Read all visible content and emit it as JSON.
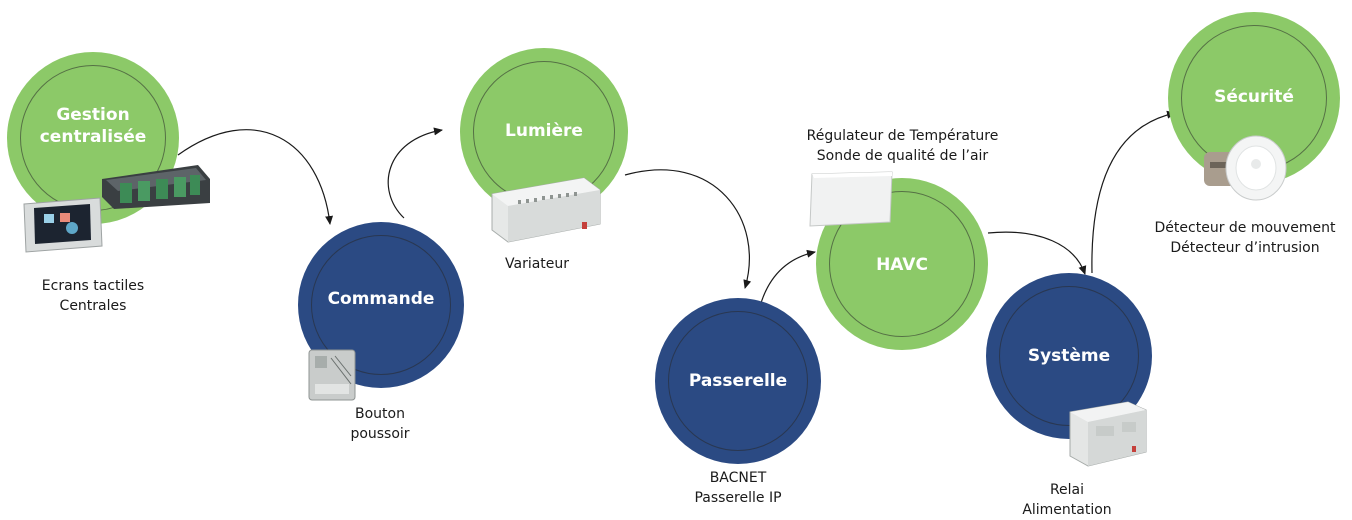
{
  "colors": {
    "green": "#8cc968",
    "blue": "#2b4a83",
    "text": "#1a1a1a",
    "arrow": "#1a1a1a"
  },
  "nodes": {
    "gestion": {
      "title_line1": "Gestion",
      "title_line2": "centralisée",
      "color": "green"
    },
    "commande": {
      "title": "Commande",
      "color": "blue"
    },
    "lumiere": {
      "title": "Lumière",
      "color": "green"
    },
    "passerelle": {
      "title": "Passerelle",
      "color": "blue"
    },
    "havc": {
      "title": "HAVC",
      "color": "green"
    },
    "systeme": {
      "title": "Système",
      "color": "blue"
    },
    "securite": {
      "title": "Sécurité",
      "color": "green"
    }
  },
  "captions": {
    "gestion": {
      "line1": "Ecrans tactiles",
      "line2": "Centrales"
    },
    "commande": {
      "line1": "Bouton",
      "line2": "poussoir"
    },
    "lumiere": {
      "line1": "Variateur"
    },
    "passerelle": {
      "line1": "BACNET",
      "line2": "Passerelle IP"
    },
    "havc": {
      "line1": "Régulateur de Température",
      "line2": "Sonde de qualité de l’air"
    },
    "systeme": {
      "line1": "Relai",
      "line2": "Alimentation"
    },
    "securite": {
      "line1": "Détecteur de mouvement",
      "line2": "Détecteur d’intrusion"
    }
  },
  "devices": {
    "touchscreen": "touchscreen-panel-icon",
    "controller": "central-controller-icon",
    "pushbutton": "push-button-module-icon",
    "dimmer": "dimmer-module-icon",
    "thermostat": "temperature-regulator-icon",
    "relay": "relay-module-icon",
    "motion": "motion-detector-icon"
  }
}
